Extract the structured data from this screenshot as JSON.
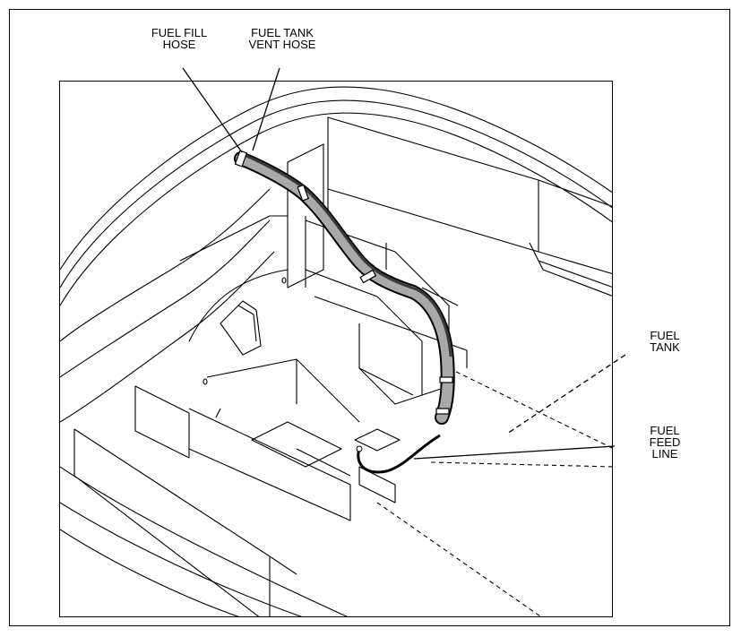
{
  "callouts": {
    "fill_hose": {
      "line1": "FUEL FILL",
      "line2": "HOSE"
    },
    "vent_hose": {
      "line1": "FUEL TANK",
      "line2": "VENT HOSE"
    },
    "tank": {
      "line1": "FUEL",
      "line2": "TANK"
    },
    "feed_line": {
      "line1": "FUEL",
      "line2": "FEED",
      "line3": "LINE"
    }
  },
  "colors": {
    "outline": "#000000",
    "hose_fill": "#a9a9a9",
    "hose_dark": "#3a3a3a",
    "background": "#ffffff"
  }
}
